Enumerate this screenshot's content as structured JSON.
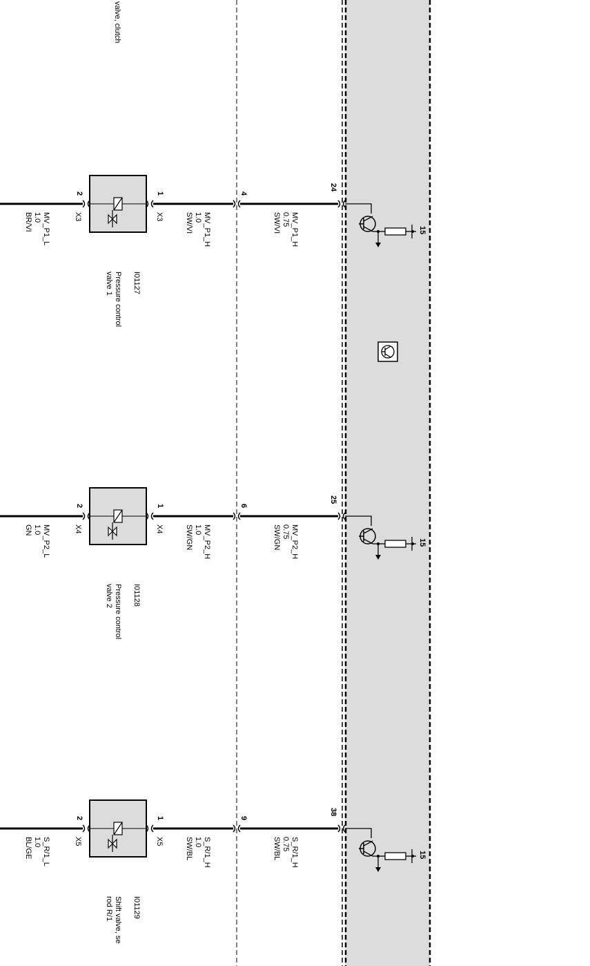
{
  "header_fragment": "valve, clutch",
  "ecu": {
    "pictogram": "transistor-symbol-icon"
  },
  "circuits": [
    {
      "id": "I01127",
      "name_line1": "Pressure control",
      "name_line2": "valve 1",
      "pin_out": "1",
      "pin_in": "2",
      "conn_out": "X3",
      "conn_in": "X3",
      "wire_high": {
        "signal": "MV_P1_H",
        "size": "1.0",
        "color": "SW/VI"
      },
      "wire_low": {
        "signal": "MV_P1_L",
        "size": "1.0",
        "color": "BR/VI"
      },
      "split_pin": "4",
      "ecu_pin": "24",
      "ecu_wire": {
        "signal": "MV_P1_H",
        "size": "0.75",
        "color": "SW/VI"
      },
      "supply": "15"
    },
    {
      "id": "I01128",
      "name_line1": "Pressure control",
      "name_line2": "valve 2",
      "pin_out": "1",
      "pin_in": "2",
      "conn_out": "X4",
      "conn_in": "X4",
      "wire_high": {
        "signal": "MV_P2_H",
        "size": "1.0",
        "color": "SW/GN"
      },
      "wire_low": {
        "signal": "MV_P2_L",
        "size": "1.0",
        "color": "GN"
      },
      "split_pin": "6",
      "ecu_pin": "25",
      "ecu_wire": {
        "signal": "MV_P2_H",
        "size": "0.75",
        "color": "SW/GN"
      },
      "supply": "15"
    },
    {
      "id": "I01129",
      "name_line1": "Shift valve, se",
      "name_line2": "rod R/1",
      "pin_out": "1",
      "pin_in": "2",
      "conn_out": "X5",
      "conn_in": "X5",
      "wire_high": {
        "signal": "S_R/1_H",
        "size": "1.0",
        "color": "SW/BL"
      },
      "wire_low": {
        "signal": "S_R/1_L",
        "size": "1.0",
        "color": "BL/GE"
      },
      "split_pin": "9",
      "ecu_pin": "38",
      "ecu_wire": {
        "signal": "S_R/1_H",
        "size": "0.75",
        "color": "SW/BL"
      },
      "supply": "15"
    }
  ]
}
